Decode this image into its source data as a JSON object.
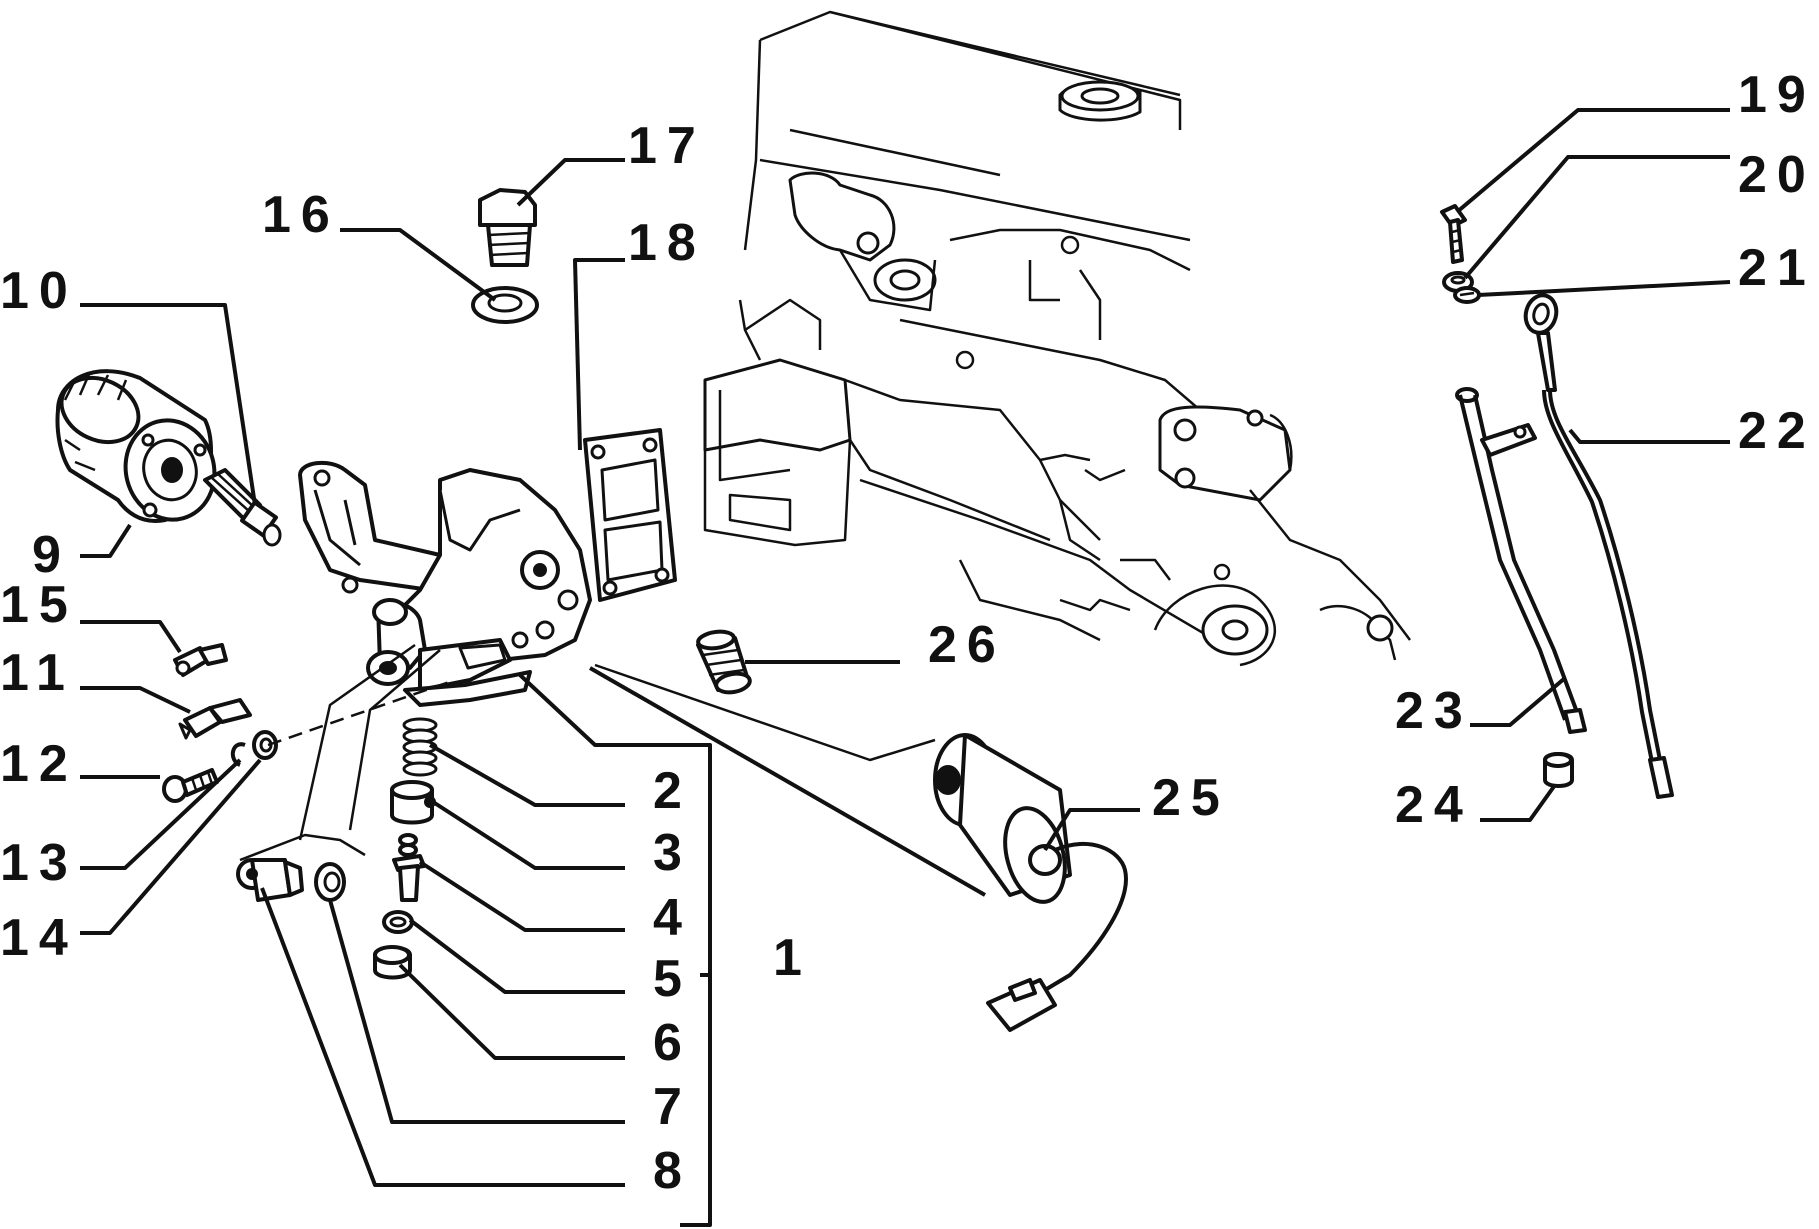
{
  "diagram": {
    "labels": {
      "p1": "1",
      "p2": "2",
      "p3": "3",
      "p4": "4",
      "p5": "5",
      "p6": "6",
      "p7": "7",
      "p8": "8",
      "p9": "9",
      "p10": "10",
      "p11": "11",
      "p12": "12",
      "p13": "13",
      "p14": "14",
      "p15": "15",
      "p16": "16",
      "p17": "17",
      "p18": "18",
      "p19": "19",
      "p20": "20",
      "p21": "21",
      "p22": "22",
      "p23": "23",
      "p24": "24",
      "p25": "25",
      "p26": "26"
    },
    "colors": {
      "ink": "#111111",
      "paper": "#ffffff"
    }
  }
}
